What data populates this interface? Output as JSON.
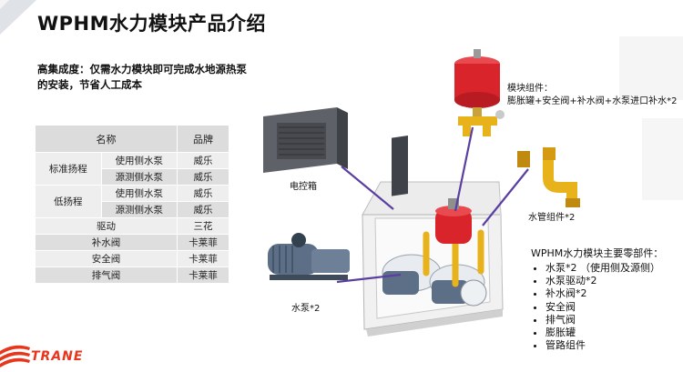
{
  "slide": {
    "title": "WPHM水力模块产品介绍",
    "intro": "高集成度：仅需水力模块即可完成水地源热泵的安装，节省人工成本"
  },
  "table": {
    "headers": [
      "名称",
      "品牌"
    ],
    "rows": [
      {
        "group": "标准扬程",
        "item": "使用侧水泵",
        "brand": "威乐"
      },
      {
        "group": "",
        "item": "源测侧水泵",
        "brand": "威乐"
      },
      {
        "group": "低扬程",
        "item": "使用侧水泵",
        "brand": "威乐"
      },
      {
        "group": "",
        "item": "源测侧水泵",
        "brand": "威乐"
      },
      {
        "name": "驱动",
        "brand": "三花"
      },
      {
        "name": "补水阀",
        "brand": "卡莱菲"
      },
      {
        "name": "安全阀",
        "brand": "卡莱菲"
      },
      {
        "name": "排气阀",
        "brand": "卡莱菲"
      }
    ]
  },
  "labels": {
    "module_components_title": "模块组件：",
    "module_components_desc": "膨胀罐+安全阀+补水阀+水泵进口补水*2",
    "control_box": "电控箱",
    "water_pipe": "水管组件*2",
    "pump": "水泵*2"
  },
  "parts": {
    "title": "WPHM水力模块主要零部件：",
    "items": [
      "水泵*2 （使用侧及源侧）",
      "水泵驱动*2",
      "补水阀*2",
      "安全阀",
      "排气阀",
      "膨胀罐",
      "管路组件"
    ]
  },
  "brand": {
    "logo_text": "TRANE",
    "logo_color": "#e8361c"
  },
  "colors": {
    "accent_purple": "#5b3fa0",
    "tank_red": "#d8242a",
    "pipe_yellow": "#e8b21a",
    "pump_blue": "#5d6f86"
  }
}
